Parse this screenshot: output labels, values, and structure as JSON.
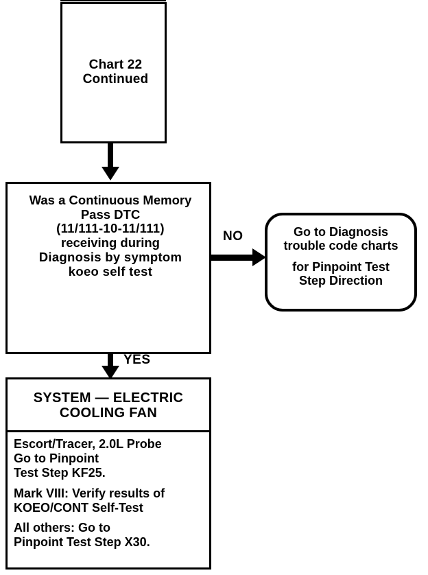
{
  "diagram": {
    "title": "Chart 22 Continued - Electric Cooling Fan Diagnostic Flow",
    "nodes": {
      "start": {
        "name": "chart-continuation-box",
        "lines": [
          "Chart 22",
          "Continued"
        ]
      },
      "decision": {
        "name": "continuous-memory-pass-dtc-decision",
        "lines": [
          "Was a Continuous Memory",
          "Pass DTC",
          "(11/111-10-11/111)",
          "receiving during",
          "Diagnosis  by symptom",
          "koeo self test"
        ]
      },
      "no_branch": {
        "name": "go-to-diagnosis-trouble-code-charts",
        "para1": [
          "Go to  Diagnosis",
          "trouble code charts"
        ],
        "para2": [
          "for Pinpoint Test",
          "Step Direction"
        ]
      },
      "system": {
        "name": "system-electric-cooling-fan",
        "header": [
          "SYSTEM — ELECTRIC",
          "COOLING FAN"
        ],
        "details": [
          [
            "Escort/Tracer, 2.0L Probe",
            "Go to  Pinpoint",
            "Test Step KF25."
          ],
          [
            "Mark VIII: Verify results of",
            "KOEO/CONT Self-Test"
          ],
          [
            "All others: Go to",
            "Pinpoint Test Step X30."
          ]
        ]
      }
    },
    "edges": {
      "no_label": "NO",
      "yes_label": "YES"
    },
    "colors": {
      "stroke": "#000000",
      "background": "#ffffff"
    }
  }
}
